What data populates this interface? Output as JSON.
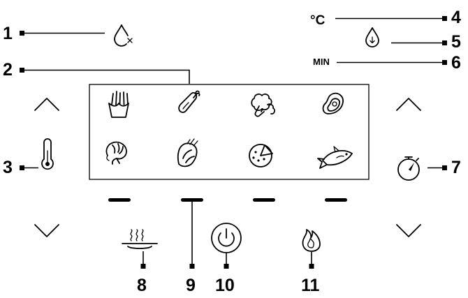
{
  "callouts": {
    "c1": "1",
    "c2": "2",
    "c3": "3",
    "c4": "4",
    "c5": "5",
    "c6": "6",
    "c7": "7",
    "c8": "8",
    "c9": "9",
    "c10": "10",
    "c11": "11"
  },
  "indicators": {
    "celsius": "°C",
    "minutes": "MIN"
  },
  "presets": [
    "fries-icon",
    "chicken-leg-icon",
    "vegetables-icon",
    "steak-icon",
    "shrimp-icon",
    "bacon-icon",
    "pizza-icon",
    "fish-icon"
  ],
  "icons": {
    "water_shortage": "drop-x-icon",
    "drain": "drop-down-arrow-icon",
    "temperature": "thermometer-icon",
    "timer": "stopwatch-icon",
    "keep_warm": "steam-dish-icon",
    "power": "power-icon",
    "start": "flame-icon"
  }
}
